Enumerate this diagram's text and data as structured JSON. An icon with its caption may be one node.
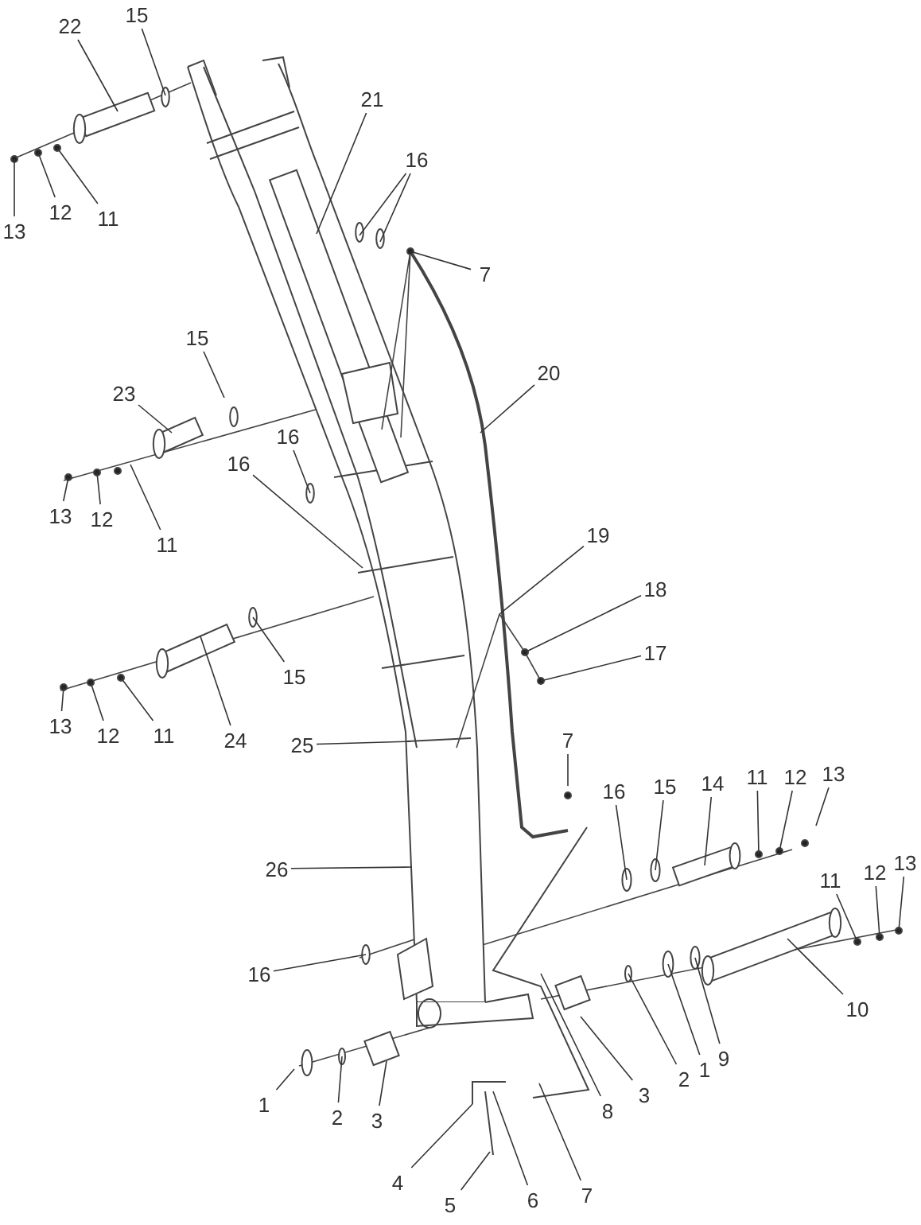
{
  "diagram": {
    "nodes": [
      {
        "text": [
          "22"
        ]
      },
      {
        "text": [
          "15"
        ]
      },
      {
        "text": [
          "21"
        ]
      },
      {
        "text": [
          "16"
        ]
      },
      {
        "text": [
          "13"
        ]
      },
      {
        "text": [
          "12"
        ]
      },
      {
        "text": [
          "11"
        ]
      },
      {
        "text": [
          "7"
        ]
      },
      {
        "text": [
          "20"
        ]
      },
      {
        "text": [
          "23"
        ]
      },
      {
        "text": [
          "15"
        ]
      },
      {
        "text": [
          "16"
        ]
      },
      {
        "text": [
          "16"
        ]
      },
      {
        "text": [
          "13"
        ]
      },
      {
        "text": [
          "12"
        ]
      },
      {
        "text": [
          "11"
        ]
      },
      {
        "text": [
          "19"
        ]
      },
      {
        "text": [
          "18"
        ]
      },
      {
        "text": [
          "17"
        ]
      },
      {
        "text": [
          "13"
        ]
      },
      {
        "text": [
          "12"
        ]
      },
      {
        "text": [
          "11"
        ]
      },
      {
        "text": [
          "24"
        ]
      },
      {
        "text": [
          "15"
        ]
      },
      {
        "text": [
          "25"
        ]
      },
      {
        "text": [
          "7"
        ]
      },
      {
        "text": [
          "16"
        ]
      },
      {
        "text": [
          "15"
        ]
      },
      {
        "text": [
          "14"
        ]
      },
      {
        "text": [
          "11"
        ]
      },
      {
        "text": [
          "12"
        ]
      },
      {
        "text": [
          "13"
        ]
      },
      {
        "text": [
          "26"
        ]
      },
      {
        "text": [
          "11"
        ]
      },
      {
        "text": [
          "12"
        ]
      },
      {
        "text": [
          "13"
        ]
      },
      {
        "text": [
          "16"
        ]
      },
      {
        "text": [
          "10"
        ]
      },
      {
        "text": [
          "9"
        ]
      },
      {
        "text": [
          "1"
        ]
      },
      {
        "text": [
          "2"
        ]
      },
      {
        "text": [
          "3"
        ]
      },
      {
        "text": [
          "8"
        ]
      },
      {
        "text": [
          "1"
        ]
      },
      {
        "text": [
          "2"
        ]
      },
      {
        "text": [
          "3"
        ]
      },
      {
        "text": [
          "4"
        ]
      },
      {
        "text": [
          "5"
        ]
      },
      {
        "text": [
          "6"
        ]
      },
      {
        "text": [
          "7"
        ]
      }
    ],
    "edges": [
      {
        "from": 0,
        "to": null,
        "arrow": "none"
      },
      {
        "from": 1,
        "to": null,
        "arrow": "none"
      },
      {
        "from": 2,
        "to": null,
        "arrow": "none"
      },
      {
        "from": 3,
        "to": null,
        "arrow": "none"
      },
      {
        "from": 3,
        "to": null,
        "arrow": "none"
      },
      {
        "from": 4,
        "to": null,
        "arrow": "none"
      },
      {
        "from": 5,
        "to": null,
        "arrow": "none"
      },
      {
        "from": 6,
        "to": null,
        "arrow": "none"
      },
      {
        "from": 7,
        "to": null,
        "arrow": "none"
      },
      {
        "from": 8,
        "to": null,
        "arrow": "none"
      },
      {
        "from": 9,
        "to": null,
        "arrow": "none"
      },
      {
        "from": 10,
        "to": null,
        "arrow": "none"
      },
      {
        "from": 11,
        "to": null,
        "arrow": "none"
      },
      {
        "from": 12,
        "to": null,
        "arrow": "none"
      },
      {
        "from": 13,
        "to": null,
        "arrow": "none"
      },
      {
        "from": 14,
        "to": null,
        "arrow": "none"
      },
      {
        "from": 15,
        "to": null,
        "arrow": "none"
      },
      {
        "from": 16,
        "to": null,
        "arrow": "none"
      },
      {
        "from": 17,
        "to": null,
        "arrow": "none"
      },
      {
        "from": 18,
        "to": null,
        "arrow": "none"
      },
      {
        "from": 19,
        "to": null,
        "arrow": "none"
      },
      {
        "from": 20,
        "to": null,
        "arrow": "none"
      },
      {
        "from": 21,
        "to": null,
        "arrow": "none"
      },
      {
        "from": 22,
        "to": null,
        "arrow": "none"
      },
      {
        "from": 23,
        "to": null,
        "arrow": "none"
      },
      {
        "from": 24,
        "to": null,
        "arrow": "none"
      },
      {
        "from": 25,
        "to": null,
        "arrow": "none"
      },
      {
        "from": 26,
        "to": null,
        "arrow": "none"
      },
      {
        "from": 27,
        "to": null,
        "arrow": "none"
      },
      {
        "from": 28,
        "to": null,
        "arrow": "none"
      },
      {
        "from": 29,
        "to": null,
        "arrow": "none"
      },
      {
        "from": 30,
        "to": null,
        "arrow": "none"
      },
      {
        "from": 31,
        "to": null,
        "arrow": "none"
      },
      {
        "from": 32,
        "to": null,
        "arrow": "none"
      },
      {
        "from": 33,
        "to": null,
        "arrow": "none"
      },
      {
        "from": 34,
        "to": null,
        "arrow": "none"
      },
      {
        "from": 35,
        "to": null,
        "arrow": "none"
      },
      {
        "from": 36,
        "to": null,
        "arrow": "none"
      },
      {
        "from": 37,
        "to": null,
        "arrow": "none"
      },
      {
        "from": 38,
        "to": null,
        "arrow": "none"
      },
      {
        "from": 39,
        "to": null,
        "arrow": "none"
      },
      {
        "from": 40,
        "to": null,
        "arrow": "none"
      },
      {
        "from": 41,
        "to": null,
        "arrow": "none"
      },
      {
        "from": 42,
        "to": null,
        "arrow": "none"
      },
      {
        "from": 43,
        "to": null,
        "arrow": "none"
      },
      {
        "from": 44,
        "to": null,
        "arrow": "none"
      },
      {
        "from": 45,
        "to": null,
        "arrow": "none"
      },
      {
        "from": 46,
        "to": null,
        "arrow": "none"
      },
      {
        "from": 47,
        "to": null,
        "arrow": "none"
      },
      {
        "from": 48,
        "to": null,
        "arrow": "none"
      },
      {
        "from": 49,
        "to": null,
        "arrow": "none"
      }
    ]
  }
}
